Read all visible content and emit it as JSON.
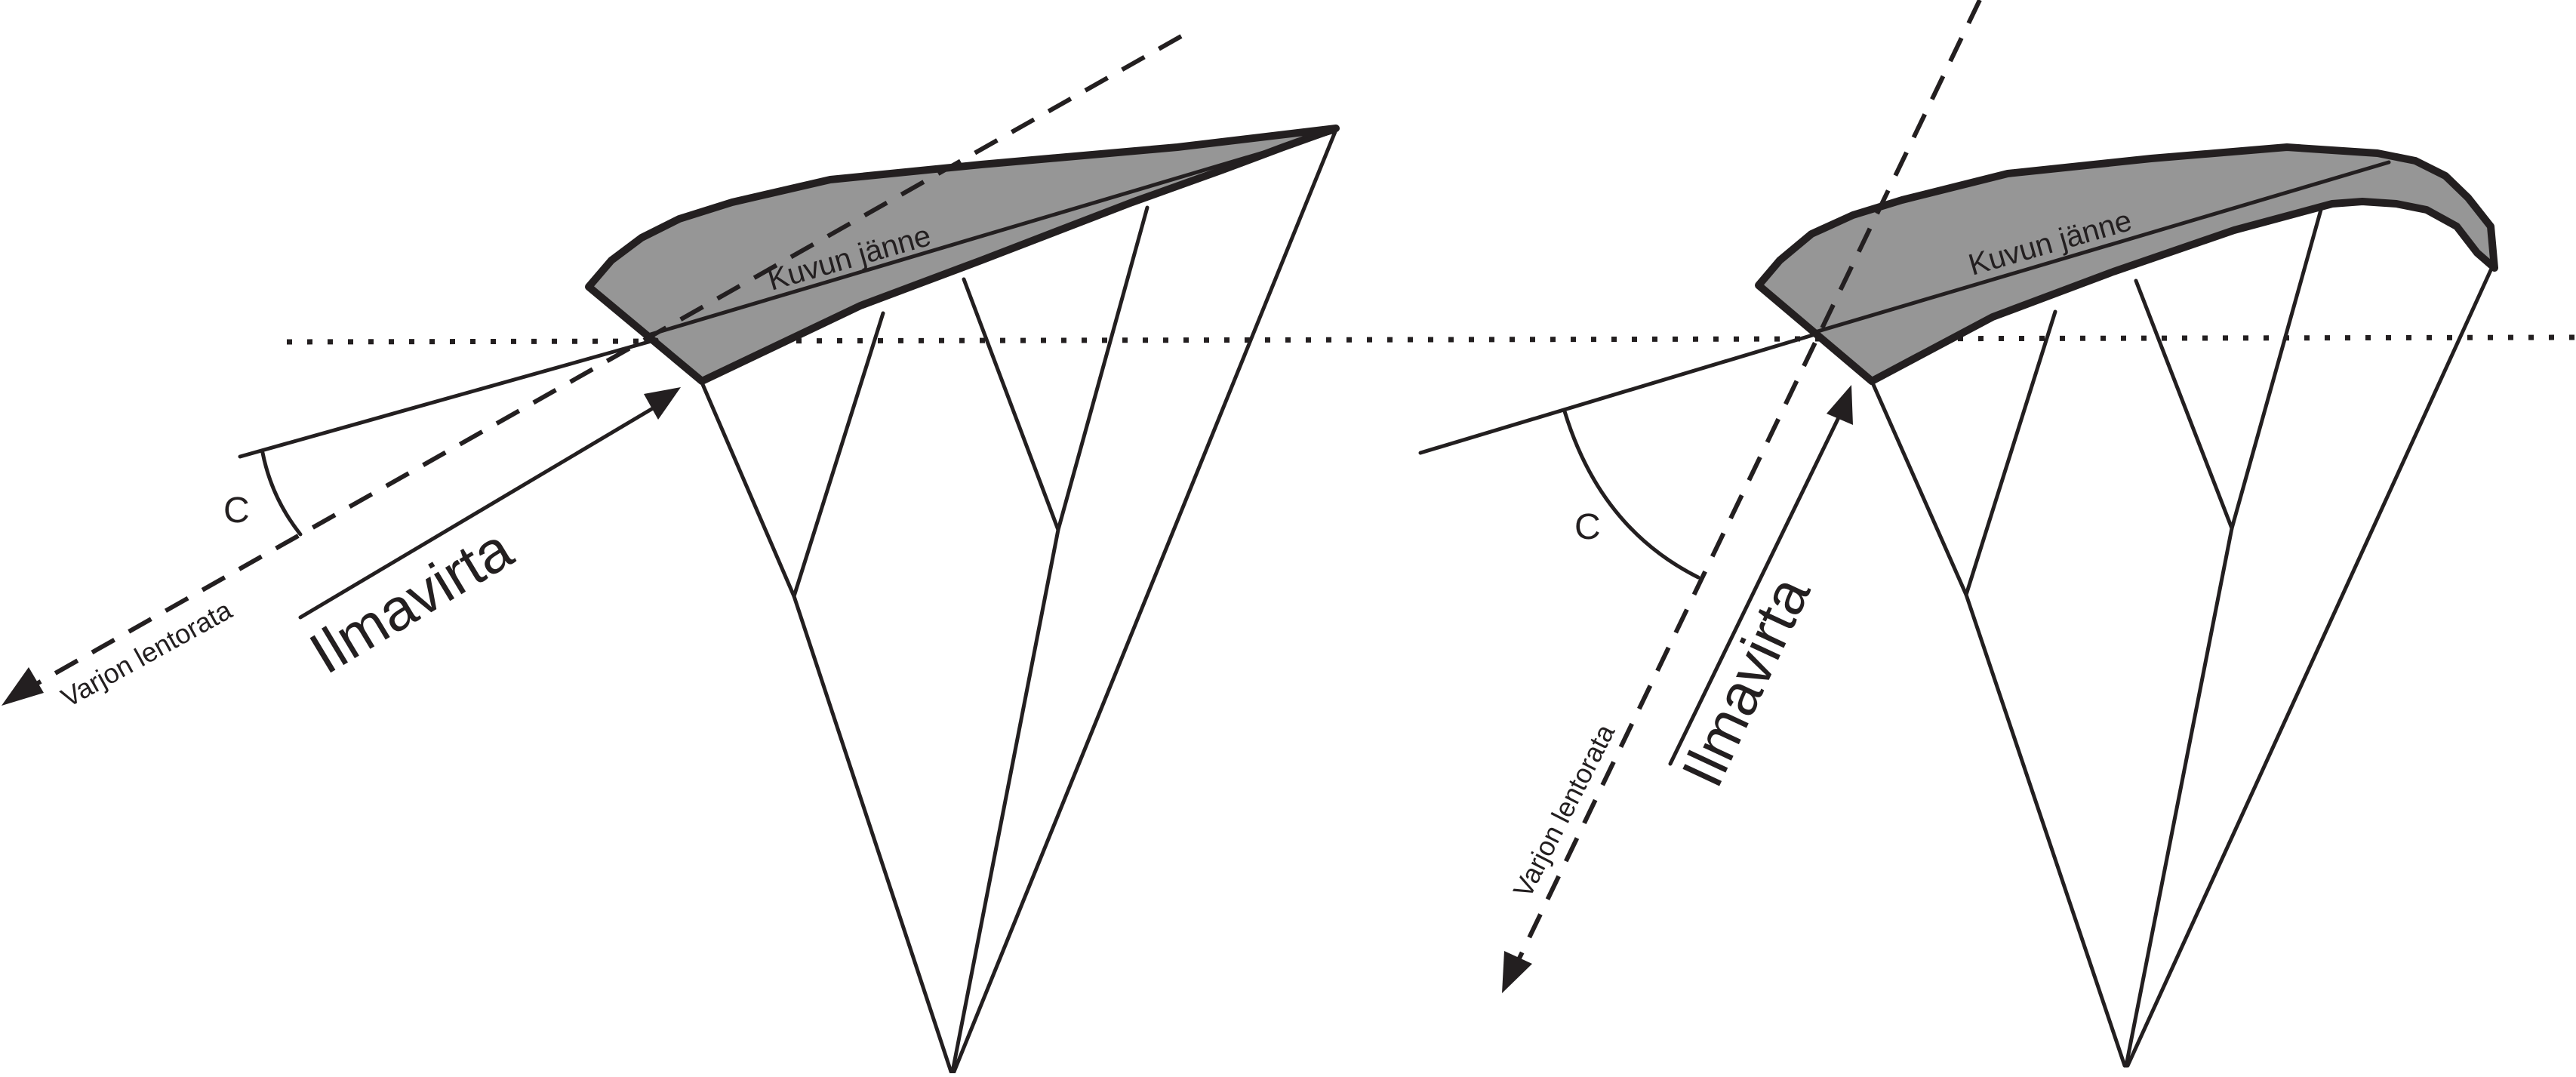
{
  "diagrams": [
    {
      "chord_label": "Kuvun jänne",
      "airflow_label": "Ilmavirta",
      "flight_path_label": "Varjon lentorata",
      "angle_label": "C"
    },
    {
      "chord_label": "Kuvun jänne",
      "airflow_label": "Ilmavirta",
      "flight_path_label": "Varjon lentorata",
      "angle_label": "C"
    }
  ],
  "colors": {
    "canopy_fill": "#969696",
    "ink": "#231f20",
    "background": "#ffffff"
  }
}
